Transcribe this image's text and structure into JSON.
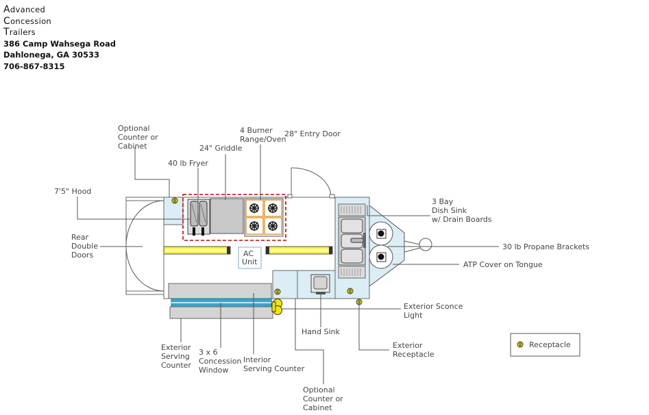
{
  "company": {
    "name_lines": [
      "Advanced",
      "Concession",
      "Trailers"
    ],
    "street": "386 Camp Wahsega Road",
    "city": "Dahlonega, GA 30533",
    "phone": "706-867-8315"
  },
  "labels": {
    "optional_counter_top": [
      "Optional",
      "Counter or",
      "Cabinet"
    ],
    "burner_range": [
      "4 Burner",
      "Range/Oven"
    ],
    "entry_door": "28\" Entry Door",
    "griddle": "24\" Griddle",
    "fryer": "40 lb Fryer",
    "hood": "7'5\" Hood",
    "rear_doors": [
      "Rear",
      "Double",
      "Doors"
    ],
    "dish_sink": [
      "3 Bay",
      "Dish Sink",
      "w/ Drain Boards"
    ],
    "propane": "30 lb Propane Brackets",
    "atp_cover": "ATP Cover on Tongue",
    "ac_unit": [
      "AC",
      "Unit"
    ],
    "exterior_sconce": [
      "Exterior Sconce",
      "Light"
    ],
    "hand_sink": "Hand Sink",
    "exterior_receptacle": [
      "Exterior",
      "Receptacle"
    ],
    "exterior_serving_counter": [
      "Exterior",
      "Serving",
      "Counter"
    ],
    "concession_window": [
      "3 x 6",
      "Concession",
      "Window"
    ],
    "interior_serving_counter": [
      "Interior",
      "Serving Counter"
    ],
    "optional_counter_bottom": [
      "Optional",
      "Counter or",
      "Cabinet"
    ]
  },
  "legend": {
    "receptacle": "Receptacle"
  },
  "colors": {
    "counter_fill": "#dbeef5",
    "hood_outline": "#cc0000",
    "receptacle": "#f2e600",
    "window_blue": "#3da3c8",
    "steel": "#c8c8c8",
    "burner_frame": "#e0a040"
  }
}
